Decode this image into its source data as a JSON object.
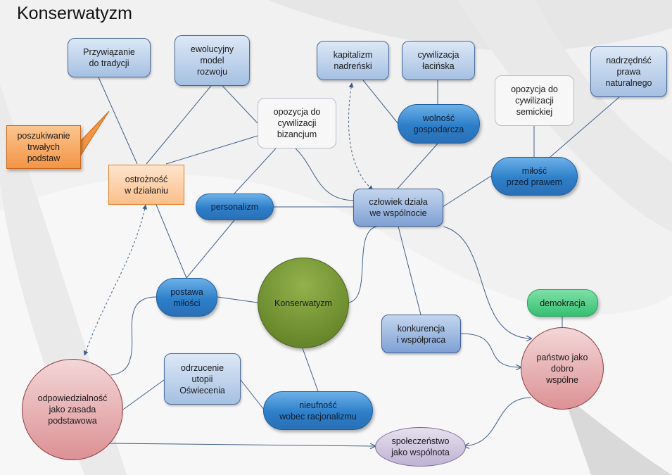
{
  "title": "Konserwatyzm",
  "colors": {
    "edge": "#3f5f8a",
    "central": "#6a8a2d",
    "pill_blue": "#2d7fc9",
    "box_blue": "#a5c0e2",
    "orange": "#f39545",
    "red_circle": "#dc9195",
    "green_pill": "#34c072",
    "purple_ellipse": "#bfb2d3"
  },
  "nodes": {
    "center": "Konserwatyzm",
    "przywiazanie": "Przywiązanie\ndo tradycji",
    "ewolucyjny": "ewolucyjny\nmodel\nrozwoju",
    "kapitalizm": "kapitalizm\nnadreński",
    "cywilizacja_lacinska": "cywilizacja\nłacińska",
    "nadrzednosc": "nadrzędnść\nprawa\nnaturalnego",
    "opozycja_bizancjum": "opozycja do\ncywilizacji\nbizancjum",
    "opozycja_semickiej": "opozycja do\ncywilizacji\nsemickiej",
    "poszukiwanie": "poszukiwanie\ntrwałych\npodstaw",
    "ostroznosc": "ostrożność\nw działaniu",
    "wolnosc": "wolność\ngospodarcza",
    "milosc": "miłość\nprzed prawem",
    "personalizm": "personalizm",
    "czlowiek": "człowiek działa\nwe wspólnocie",
    "postawa": "postawa\nmiłości",
    "konkurencja": "konkurencja\ni współpraca",
    "demokracja": "demokracja",
    "odrzucenie": "odrzucenie\nutopii\nOświecenia",
    "nieufnosc": "nieufność\nwobec racjonalizmu",
    "odpowiedzialnosc": "odpowiedzialność\njako zasada\npodstawowa",
    "panstwo": "państwo jako\ndobro\nwspólne",
    "spoleczenstwo": "społeczeństwo\njako wspólnota"
  }
}
